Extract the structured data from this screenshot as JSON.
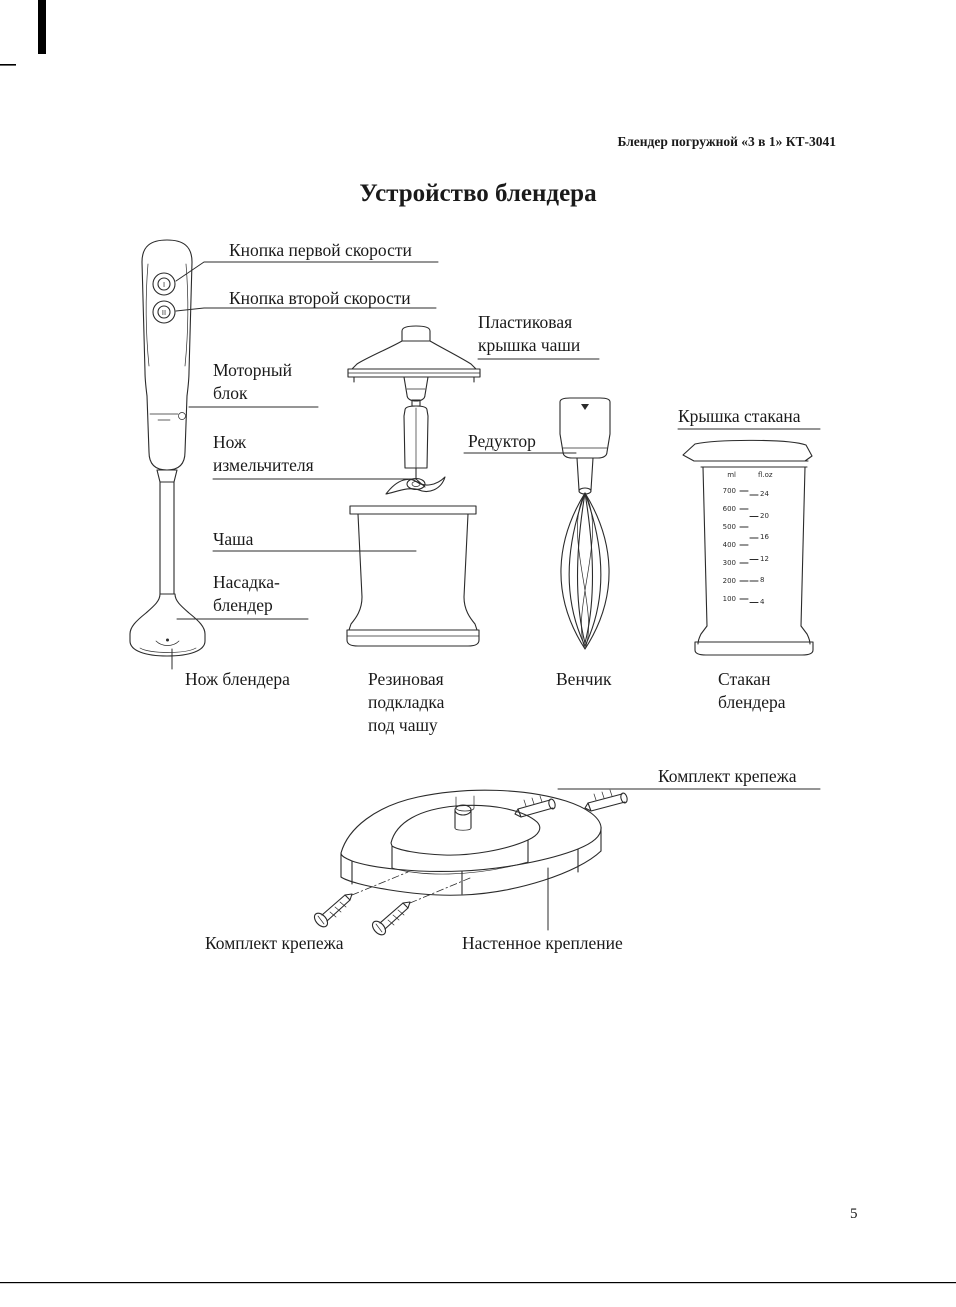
{
  "page": {
    "header": "Блендер погружной «3 в 1» КТ-3041",
    "title": "Устройство блендера",
    "page_number": "5"
  },
  "labels": {
    "first_speed_button": "Кнопка первой скорости",
    "second_speed_button": "Кнопка второй скорости",
    "motor_block": "Моторный\nблок",
    "chopper_knife": "Нож\nизмельчителя",
    "bowl": "Чаша",
    "blender_attachment": "Насадка-\nблендер",
    "blender_knife": "Нож блендера",
    "plastic_bowl_lid": "Пластиковая\nкрышка чаши",
    "reducer": "Редуктор",
    "beaker_lid": "Крышка стакана",
    "rubber_pad": "Резиновая\nподкладка\nпод чашу",
    "whisk": "Венчик",
    "beaker": "Стакан\nблендера",
    "mounting_kit_top": "Комплект крепежа",
    "mounting_kit_bottom": "Комплект крепежа",
    "wall_mount": "Настенное крепление"
  },
  "blender": {
    "button1_mark": "I",
    "button2_mark": "II"
  },
  "beaker_scale": {
    "ml_unit": "ml",
    "oz_unit": "fl.oz",
    "ml_values": "700\n600\n500\n400\n300\n200\n100",
    "oz_values": "24\n20\n16\n12\n8\n4"
  }
}
